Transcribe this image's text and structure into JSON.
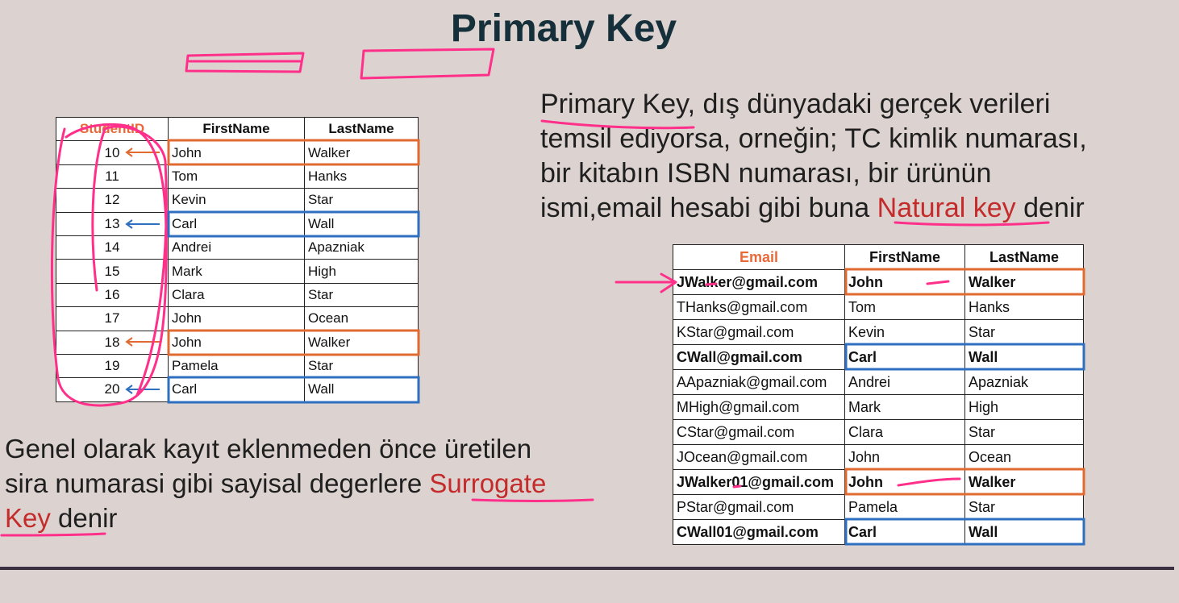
{
  "title": "Primary Key",
  "paragraph1": {
    "s1": "Primary Key",
    "s2": ", dış dünyadaki gerçek verileri",
    "s3": "temsil ediyorsa, orneğin; TC kimlik numarası,",
    "s4": "bir kitabın ISBN numarası, bir ürünün",
    "s5": "ismi,email hesabi gibi buna ",
    "s6": "Natural key",
    "s7": " denir"
  },
  "paragraph2": {
    "s1": "Genel olarak kayıt eklenmeden önce üretilen",
    "s2": "sira numarasi gibi sayisal degerlere ",
    "s3": "Surrogate",
    "s4": "Key",
    "s5": " denir"
  },
  "colors": {
    "accent_red": "#c42b2b",
    "ink_pink": "#ff2f8a",
    "orange_box": "#e06a30",
    "blue_box": "#2f6fc0",
    "title": "#15303a"
  },
  "table1": {
    "headers": [
      "StudentID",
      "FirstName",
      "LastName"
    ],
    "rows": [
      [
        "10",
        "John",
        "Walker"
      ],
      [
        "11",
        "Tom",
        "Hanks"
      ],
      [
        "12",
        "Kevin",
        "Star"
      ],
      [
        "13",
        "Carl",
        "Wall"
      ],
      [
        "14",
        "Andrei",
        "Apazniak"
      ],
      [
        "15",
        "Mark",
        "High"
      ],
      [
        "16",
        "Clara",
        "Star"
      ],
      [
        "17",
        "John",
        "Ocean"
      ],
      [
        "18",
        "John",
        "Walker"
      ],
      [
        "19",
        "Pamela",
        "Star"
      ],
      [
        "20",
        "Carl",
        "Wall"
      ]
    ]
  },
  "table2": {
    "headers": [
      "Email",
      "FirstName",
      "LastName"
    ],
    "rows": [
      [
        "JWalker@gmail.com",
        "John",
        "Walker"
      ],
      [
        "THanks@gmail.com",
        "Tom",
        "Hanks"
      ],
      [
        "KStar@gmail.com",
        "Kevin",
        "Star"
      ],
      [
        "CWall@gmail.com",
        "Carl",
        "Wall"
      ],
      [
        "AApazniak@gmail.com",
        "Andrei",
        "Apazniak"
      ],
      [
        "MHigh@gmail.com",
        "Mark",
        "High"
      ],
      [
        "CStar@gmail.com",
        "Clara",
        "Star"
      ],
      [
        "JOcean@gmail.com",
        "John",
        "Ocean"
      ],
      [
        "JWalker01@gmail.com",
        "John",
        "Walker"
      ],
      [
        "PStar@gmail.com",
        "Pamela",
        "Star"
      ],
      [
        "CWall01@gmail.com",
        "Carl",
        "Wall"
      ]
    ]
  }
}
